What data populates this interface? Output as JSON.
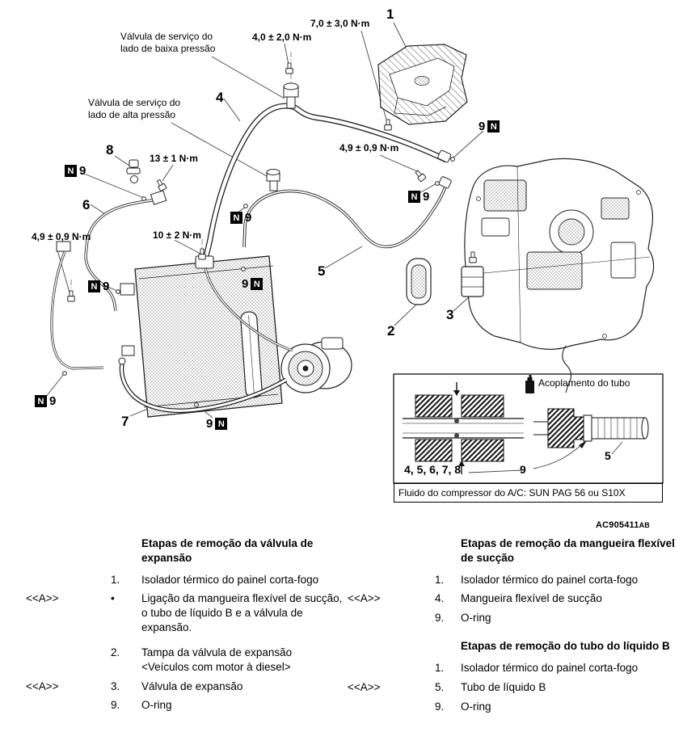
{
  "diagram": {
    "torques": [
      "7,0 ± 3,0 N·m",
      "4,0 ± 2,0 N·m",
      "4,9 ± 0,9 N·m",
      "13 ± 1 N·m",
      "4,9 ± 0,9 N·m",
      "10 ± 2 N·m"
    ],
    "part_labels": [
      "Válvula de serviço do\nlado de baixa pressão",
      "Válvula de serviço do\nlado de alta pressão"
    ],
    "callouts": [
      "1",
      "4",
      "8",
      "6",
      "5",
      "2",
      "3",
      "7"
    ],
    "oring_number": "9",
    "oring_letter": "N",
    "inset": {
      "coupling_label": "Acoplamento do tubo",
      "group_callout": "4, 5, 6, 7, 8",
      "oring_callout": "9",
      "pipe_callout": "5",
      "fluid_note": "Fluido do compressor do A/C: SUN PAG 56 ou S10X"
    },
    "figure_code": "AC905411",
    "figure_code_suffix": "AB"
  },
  "lists": {
    "left": {
      "title": "Etapas de remoção da válvula de expansão",
      "items": [
        {
          "marker": "",
          "num": "1.",
          "text": "Isolador térmico do painel corta-fogo"
        },
        {
          "marker": "<<A>>",
          "num": "•",
          "text": "Ligação da mangueira flexível de sucção, o tubo de líquido B e a válvula de expansão."
        },
        {
          "marker": "",
          "num": "2.",
          "text": "Tampa da válvula de expansão\n<Veículos com motor à diesel>"
        },
        {
          "marker": "<<A>>",
          "num": "3.",
          "text": "Válvula de expansão"
        },
        {
          "marker": "",
          "num": "9.",
          "text": "O-ring"
        }
      ]
    },
    "right_top": {
      "title": "Etapas de remoção da mangueira flexível de sucção",
      "items": [
        {
          "marker": "",
          "num": "1.",
          "text": "Isolador térmico do painel corta-fogo"
        },
        {
          "marker": "<<A>>",
          "num": "4.",
          "text": "Mangueira flexível de sucção"
        },
        {
          "marker": "",
          "num": "9.",
          "text": "O-ring"
        }
      ]
    },
    "right_bottom": {
      "title": "Etapas de remoção do tubo do líquido B",
      "items": [
        {
          "marker": "",
          "num": "1.",
          "text": "Isolador térmico do painel corta-fogo"
        },
        {
          "marker": "<<A>>",
          "num": "5.",
          "text": "Tubo de líquido B"
        },
        {
          "marker": "",
          "num": "9.",
          "text": "O-ring"
        }
      ]
    }
  }
}
